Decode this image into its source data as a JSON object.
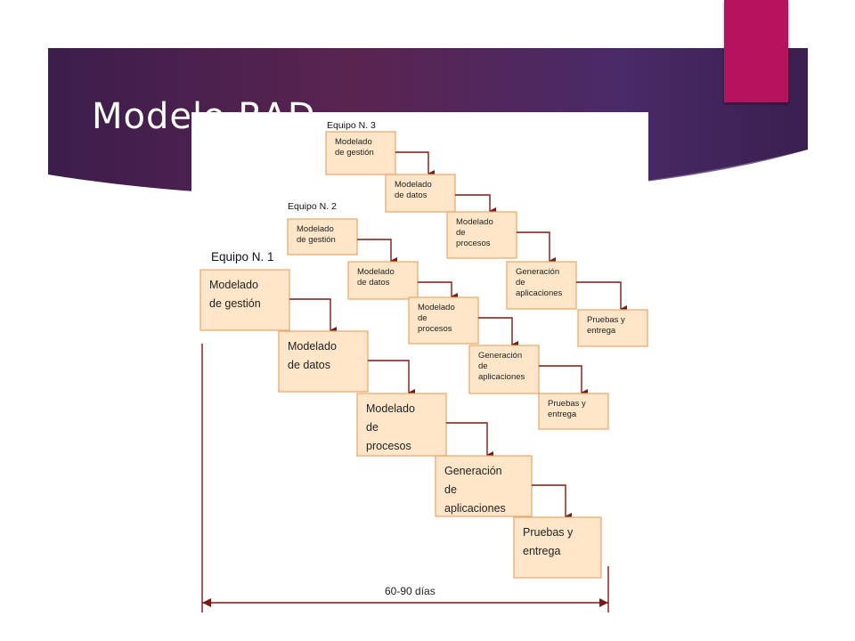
{
  "slide": {
    "title": "Modelo RAD"
  },
  "diagram": {
    "teams": [
      {
        "label": "Equipo N. 3",
        "steps": [
          {
            "lines": [
              "Modelado",
              "de gestión"
            ]
          },
          {
            "lines": [
              "Modelado",
              "de datos"
            ]
          },
          {
            "lines": [
              "Modelado",
              "de",
              "procesos"
            ]
          },
          {
            "lines": [
              "Generación",
              "de",
              "aplicaciones"
            ]
          },
          {
            "lines": [
              "Pruebas y",
              "entrega"
            ]
          }
        ]
      },
      {
        "label": "Equipo N. 2",
        "steps": [
          {
            "lines": [
              "Modelado",
              "de gestión"
            ]
          },
          {
            "lines": [
              "Modelado",
              "de datos"
            ]
          },
          {
            "lines": [
              "Modelado",
              "de",
              "procesos"
            ]
          },
          {
            "lines": [
              "Generación",
              "de",
              "aplicaciones"
            ]
          },
          {
            "lines": [
              "Pruebas y",
              "entrega"
            ]
          }
        ]
      },
      {
        "label": "Equipo N. 1",
        "steps": [
          {
            "lines": [
              "Modelado",
              "de gestión"
            ]
          },
          {
            "lines": [
              "Modelado",
              "de datos"
            ]
          },
          {
            "lines": [
              "Modelado",
              "de",
              "procesos"
            ]
          },
          {
            "lines": [
              "Generación",
              "de",
              "aplicaciones"
            ]
          },
          {
            "lines": [
              "Pruebas y",
              "entrega"
            ]
          }
        ]
      }
    ],
    "duration_label": "60-90 días"
  },
  "colors": {
    "banner_purple": "#3d1b4e",
    "banner_plum": "#5a2450",
    "accent_magenta": "#b5145c",
    "box_fill": "#ffe6c8",
    "box_border": "#e8a56a",
    "arrow": "#7a1a14"
  }
}
